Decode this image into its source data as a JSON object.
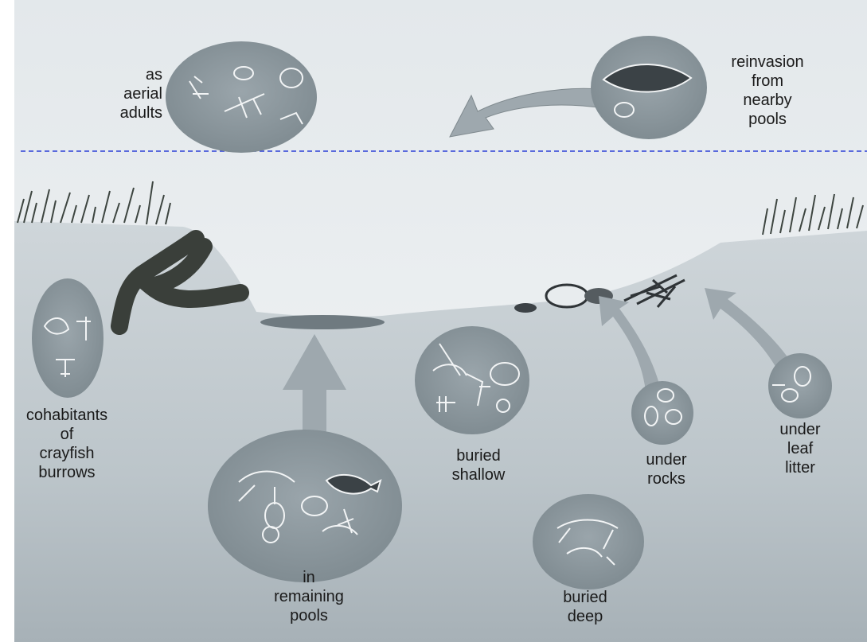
{
  "colors": {
    "sky": "#e9edf0",
    "ground": "#c4ccd1",
    "ground_dark": "#a9b3b9",
    "circle_fill": "#8e999f",
    "arrow_fill": "#9ea8ae",
    "burrow": "#3a3f3a",
    "divider_line": "#2b3fd6",
    "label_text": "#1a1a1a"
  },
  "labels": {
    "aerial": [
      "as",
      "aerial",
      "adults"
    ],
    "reinvasion": [
      "reinvasion",
      "from",
      "nearby",
      "pools"
    ],
    "crayfish": [
      "cohabitants",
      "of",
      "crayfish",
      "burrows"
    ],
    "remaining": [
      "in",
      "remaining",
      "pools"
    ],
    "shallow": [
      "buried",
      "shallow"
    ],
    "rocks": [
      "under",
      "rocks"
    ],
    "leaf": [
      "under",
      "leaf",
      "litter"
    ],
    "deep": [
      "buried",
      "deep"
    ]
  }
}
